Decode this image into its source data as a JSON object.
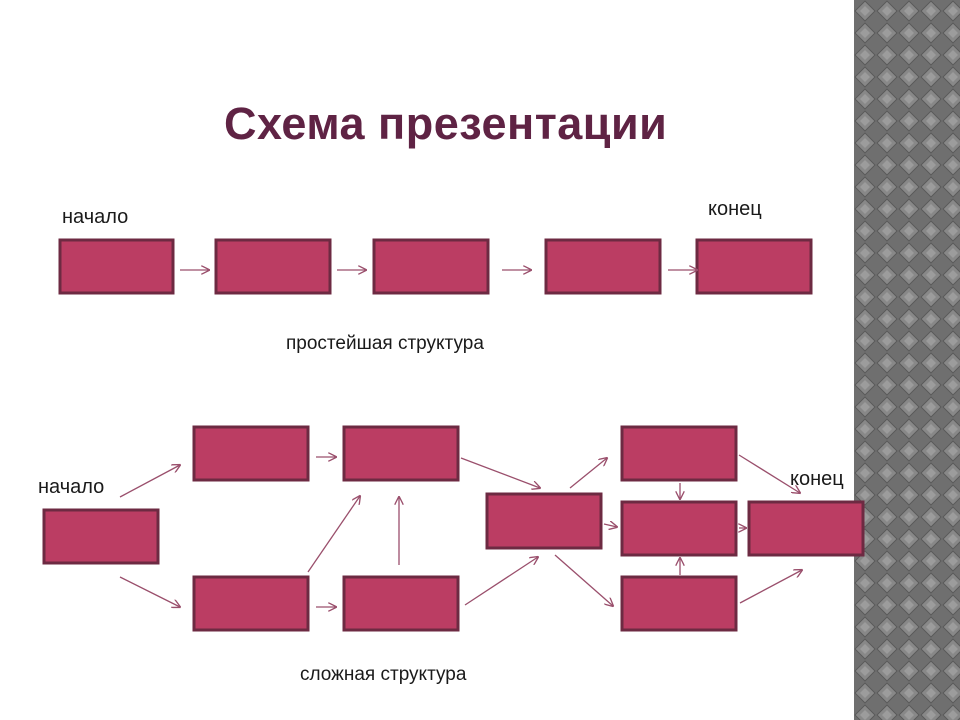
{
  "title": "Схема презентации",
  "simple": {
    "start_label": "начало",
    "end_label": "конец",
    "caption": "простейшая структура"
  },
  "complex": {
    "start_label": "начало",
    "end_label": "конец",
    "caption": "сложная структура"
  },
  "colors": {
    "title": "#5f2344",
    "box_fill": "#bb3d63",
    "box_border": "#6d2a42",
    "arrow": "#9a4f6c",
    "side_pattern": "#6f6f6f"
  }
}
